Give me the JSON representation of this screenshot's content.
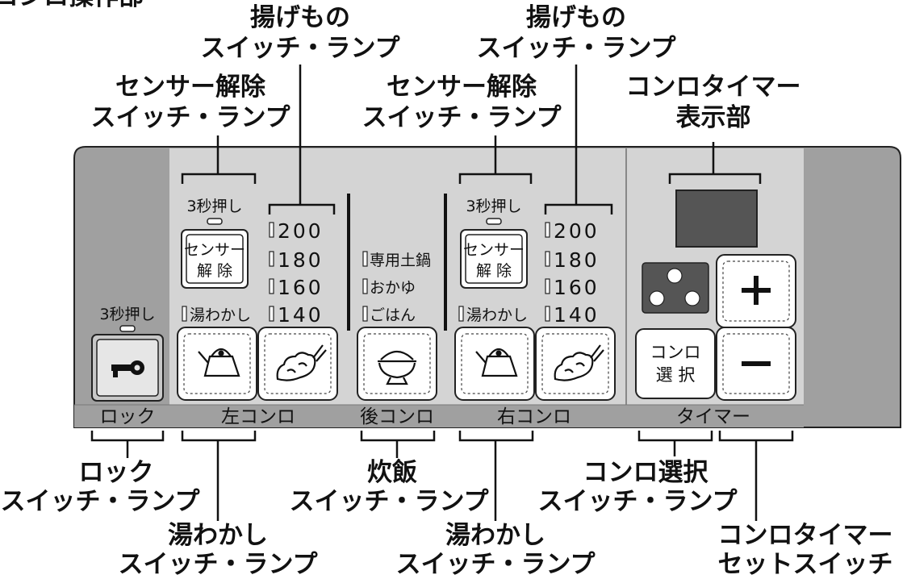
{
  "header": {
    "title": "コンロ操作部"
  },
  "callouts": {
    "agemono_left": [
      "揚げもの",
      "スイッチ・ランプ"
    ],
    "agemono_right": [
      "揚げもの",
      "スイッチ・ランプ"
    ],
    "sensor_left": [
      "センサー解除",
      "スイッチ・ランプ"
    ],
    "sensor_right": [
      "センサー解除",
      "スイッチ・ランプ"
    ],
    "timer_display": [
      "コンロタイマー",
      "表示部"
    ],
    "lock": [
      "ロック",
      "スイッチ・ランプ"
    ],
    "suihan": [
      "炊飯",
      "スイッチ・ランプ"
    ],
    "konro_select": [
      "コンロ選択",
      "スイッチ・ランプ"
    ],
    "yuwakashi_left": [
      "湯わかし",
      "スイッチ・ランプ"
    ],
    "yuwakashi_right": [
      "湯わかし",
      "スイッチ・ランプ"
    ],
    "timer_set": [
      "コンロタイマー",
      "セットスイッチ"
    ]
  },
  "panel": {
    "hold_label": "3秒押し",
    "sensor_button": [
      "センサー",
      "解 除"
    ],
    "yuwakashi_label": "湯わかし",
    "temps": [
      "200",
      "180",
      "160",
      "140"
    ],
    "rear_modes": [
      "専用土鍋",
      "おかゆ",
      "ごはん"
    ],
    "section_labels": {
      "lock": "ロック",
      "left": "左コンロ",
      "rear": "後コンロ",
      "right": "右コンロ",
      "timer": "タイマー"
    },
    "konro_select_button": [
      "コンロ",
      "選 択"
    ],
    "plus": "+",
    "minus": "−"
  },
  "colors": {
    "dark_panel": "#a0a0a0",
    "light_panel": "#d4d4d4",
    "display": "#555555",
    "outline": "#222222",
    "button_face": "#ffffff"
  }
}
